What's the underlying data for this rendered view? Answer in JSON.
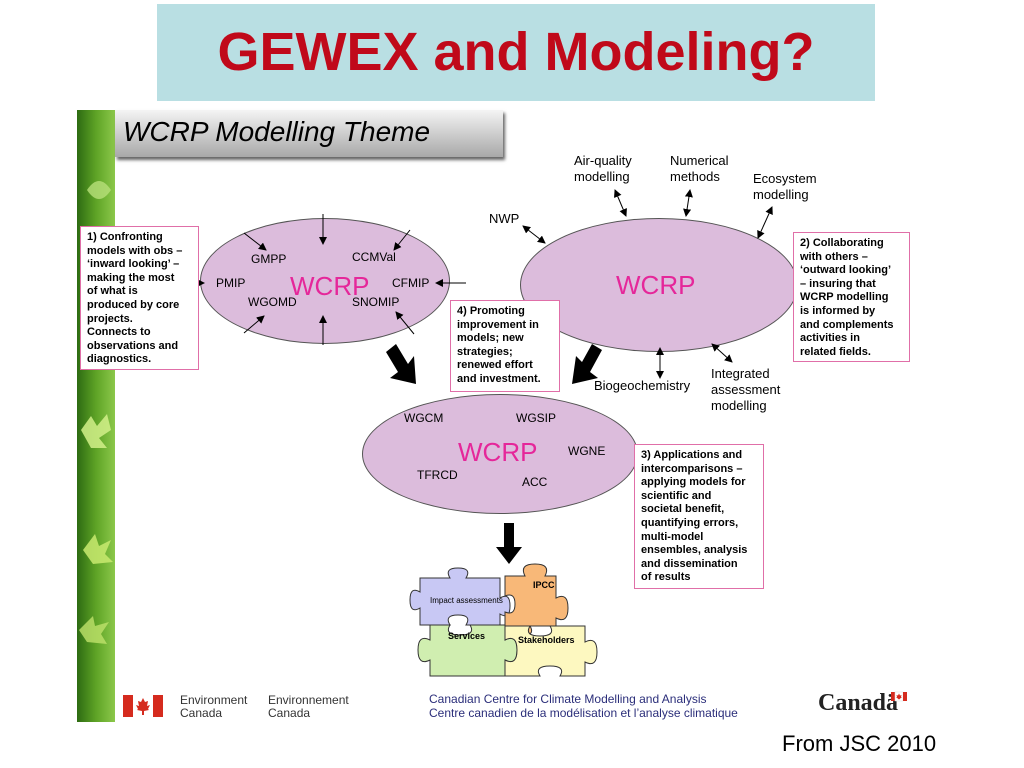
{
  "title": "GEWEX and Modeling?",
  "theme_heading": "WCRP Modelling Theme",
  "ellipses": {
    "left": {
      "center_label": "WCRP",
      "items": [
        "GMPP",
        "CCMVal",
        "PMIP",
        "CFMIP",
        "WGOMD",
        "SNOMIP"
      ]
    },
    "right": {
      "center_label": "WCRP",
      "connections": [
        "Air-quality modelling",
        "Numerical methods",
        "Ecosystem modelling",
        "NWP",
        "Biogeochemistry",
        "Integrated assessment modelling"
      ]
    },
    "bottom": {
      "center_label": "WCRP",
      "items": [
        "WGCM",
        "WGSIP",
        "WGNE",
        "TFRCD",
        "ACC"
      ]
    }
  },
  "right_labels": {
    "air_quality": [
      "Air-quality",
      "modelling"
    ],
    "numerical": [
      "Numerical",
      "methods"
    ],
    "ecosystem": [
      "Ecosystem",
      "modelling"
    ],
    "nwp": "NWP",
    "biogeochemistry": "Biogeochemistry",
    "integrated": [
      "Integrated",
      "assessment",
      "modelling"
    ]
  },
  "notes": {
    "note1": [
      "1) Confronting",
      "models with obs –",
      "‘inward looking’ –",
      "making the most",
      "of what is",
      "produced by core",
      "projects.",
      "Connects to",
      "observations and",
      "diagnostics."
    ],
    "note2": [
      "2) Collaborating",
      "with others –",
      "‘outward looking’",
      "– insuring that",
      "WCRP modelling",
      "is informed by",
      "and complements",
      "activities in",
      "related fields."
    ],
    "note3": [
      "3) Applications and",
      "intercomparisons –",
      "applying models for",
      "scientific and",
      "societal benefit,",
      "quantifying errors,",
      "multi-model",
      "ensembles, analysis",
      "and dissemination",
      "of results"
    ],
    "note4": [
      "4) Promoting",
      "improvement in",
      "models; new",
      "strategies;",
      "renewed effort",
      "and investment."
    ]
  },
  "puzzle": {
    "impact": "Impact assessments",
    "ipcc": "IPCC",
    "services": "Services",
    "stakeholders": "Stakeholders"
  },
  "footer": {
    "ec_en": [
      "Environment",
      "Canada"
    ],
    "ec_fr": [
      "Environnement",
      "Canada"
    ],
    "cccma_en": "Canadian Centre for Climate Modelling and Analysis",
    "cccma_fr": "Centre canadien de la modélisation et l’analyse climatique",
    "wordmark": "Canadä"
  },
  "source": "From JSC 2010",
  "colors": {
    "title_red": "#c0091a",
    "title_bg": "#b9dfe3",
    "ellipse_fill": "#dcbcdc",
    "wcrp_pink": "#e5279a",
    "note_border": "#e06fa8",
    "puzzle_blue": "#c8c8f4",
    "puzzle_orange": "#f8b878",
    "puzzle_green": "#d0eeb0",
    "puzzle_yellow": "#fdf8c0"
  }
}
